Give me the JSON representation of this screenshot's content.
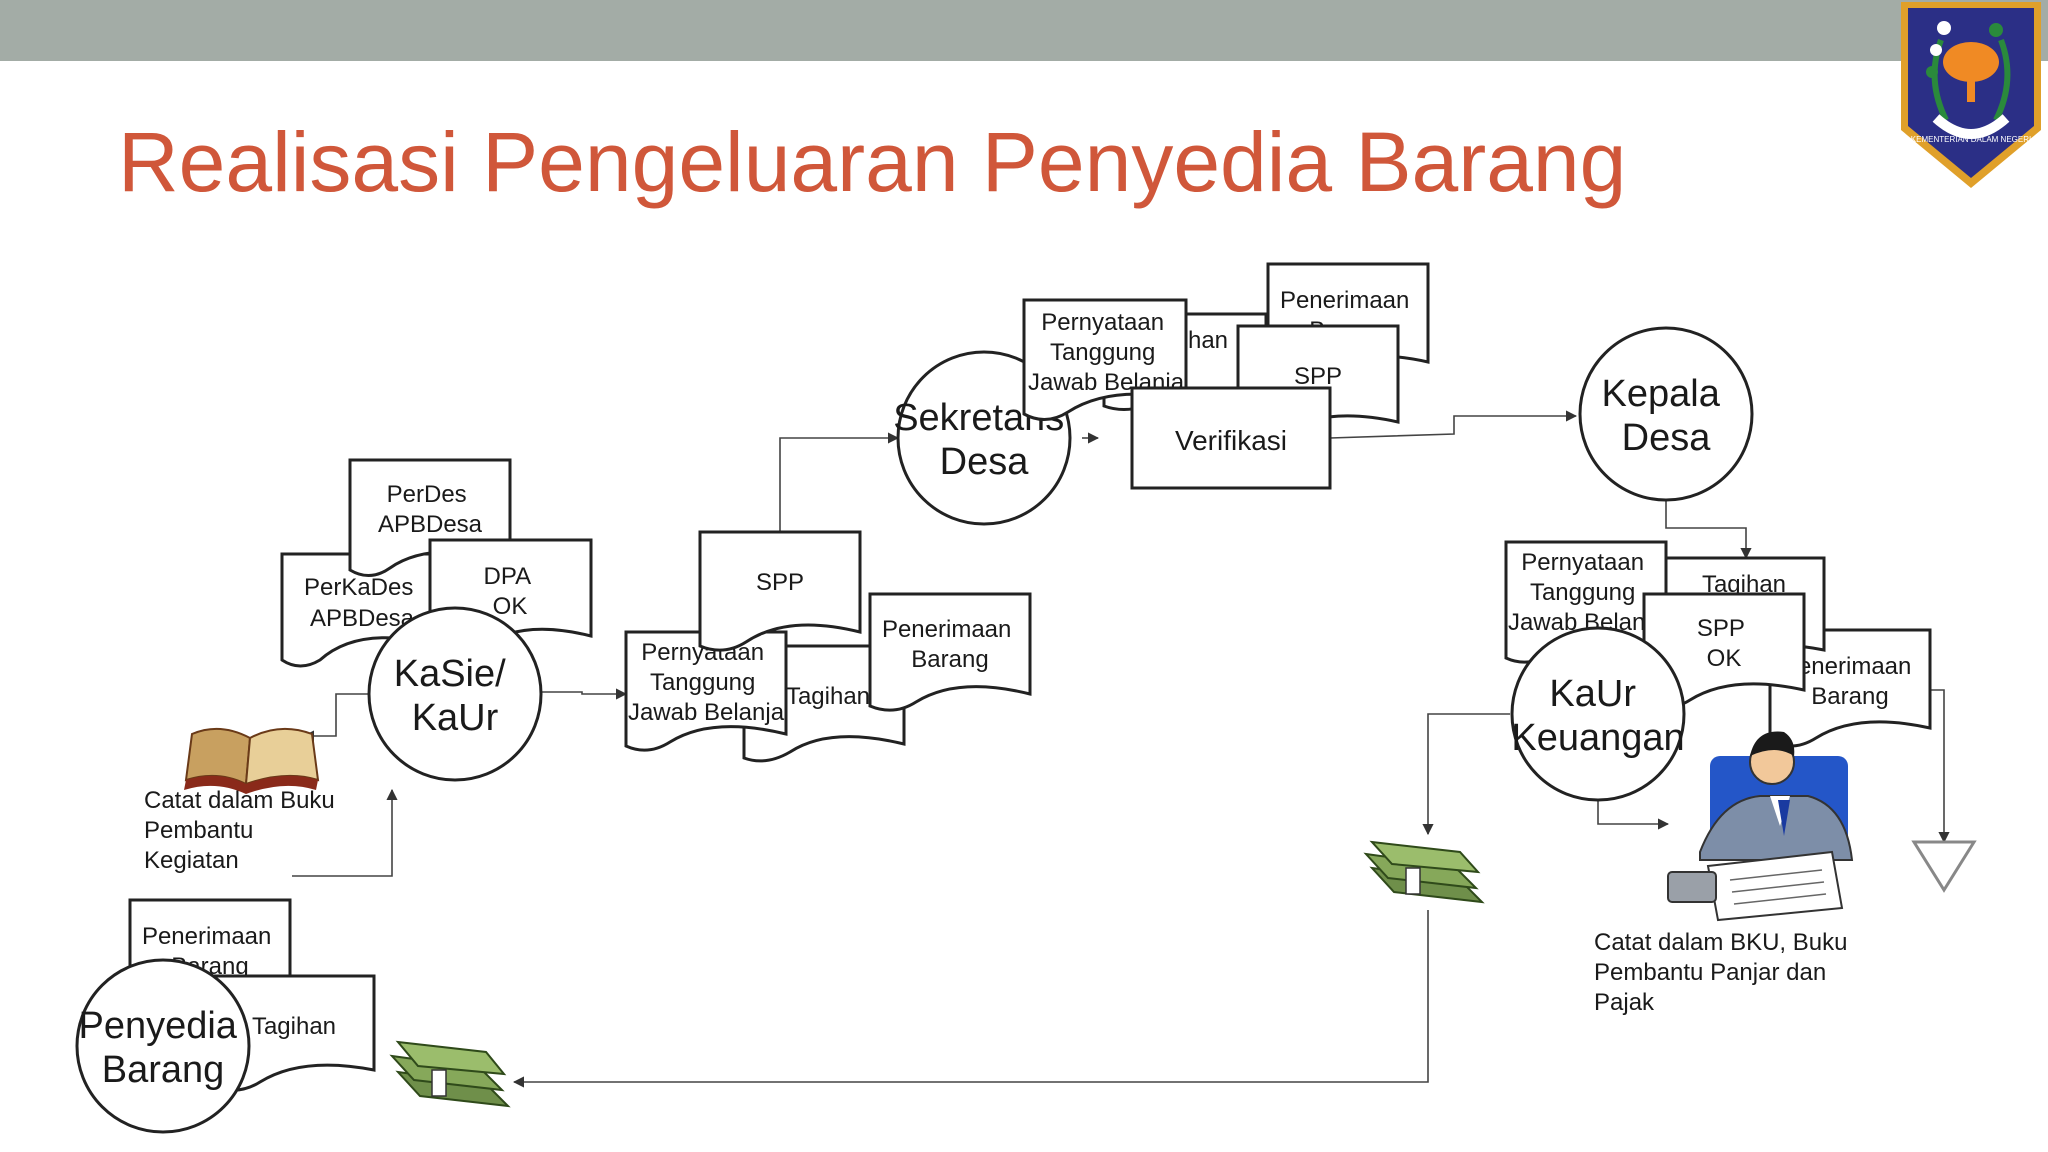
{
  "slide": {
    "title": "Realisasi Pengeluaran Penyedia Barang",
    "accent_color": "#d0573a",
    "topbar_color": "#a3aca6"
  },
  "logo": {
    "text": "KEMENTERIAN DALAM NEGERI",
    "colors": {
      "shield": "#2b2f86",
      "tree": "#f08a24",
      "leaves": "#2a8a3c",
      "border": "#e0a02a"
    }
  },
  "actors": {
    "kasie_kaur": [
      "KaSie/",
      "KaUr"
    ],
    "sekretaris_desa": [
      "Sekretaris",
      "Desa"
    ],
    "kepala_desa": [
      "Kepala",
      "Desa"
    ],
    "kaur_keuangan": [
      "KaUr",
      "Keuangan"
    ],
    "penyedia_barang": [
      "Penyedia",
      "Barang"
    ]
  },
  "documents": {
    "perdes_apbdesa": [
      "PerDes",
      "APBDesa"
    ],
    "perkades_apbdesa": [
      "PerKaDes",
      "APBDesa"
    ],
    "dpa_ok": [
      "DPA",
      "OK"
    ],
    "spp": [
      "SPP"
    ],
    "pertanggungjawaban": [
      "Pernyataan",
      "Tanggung",
      "Jawab Belanja"
    ],
    "tagihan": [
      "Tagihan"
    ],
    "penerimaan_barang": [
      "Penerimaan",
      "Barang"
    ],
    "verifikasi": [
      "Verifikasi"
    ],
    "spp_ok": [
      "SPP",
      "OK"
    ]
  },
  "notes": {
    "buku_pembantu": [
      "Catat dalam Buku",
      "Pembantu",
      "Kegiatan"
    ],
    "bku": [
      "Catat dalam BKU, Buku",
      "Pembantu Panjar dan",
      "Pajak"
    ]
  },
  "icons": [
    "book-icon",
    "money-stack-icon",
    "clerk-with-calculator-icon",
    "end-triangle-icon"
  ]
}
